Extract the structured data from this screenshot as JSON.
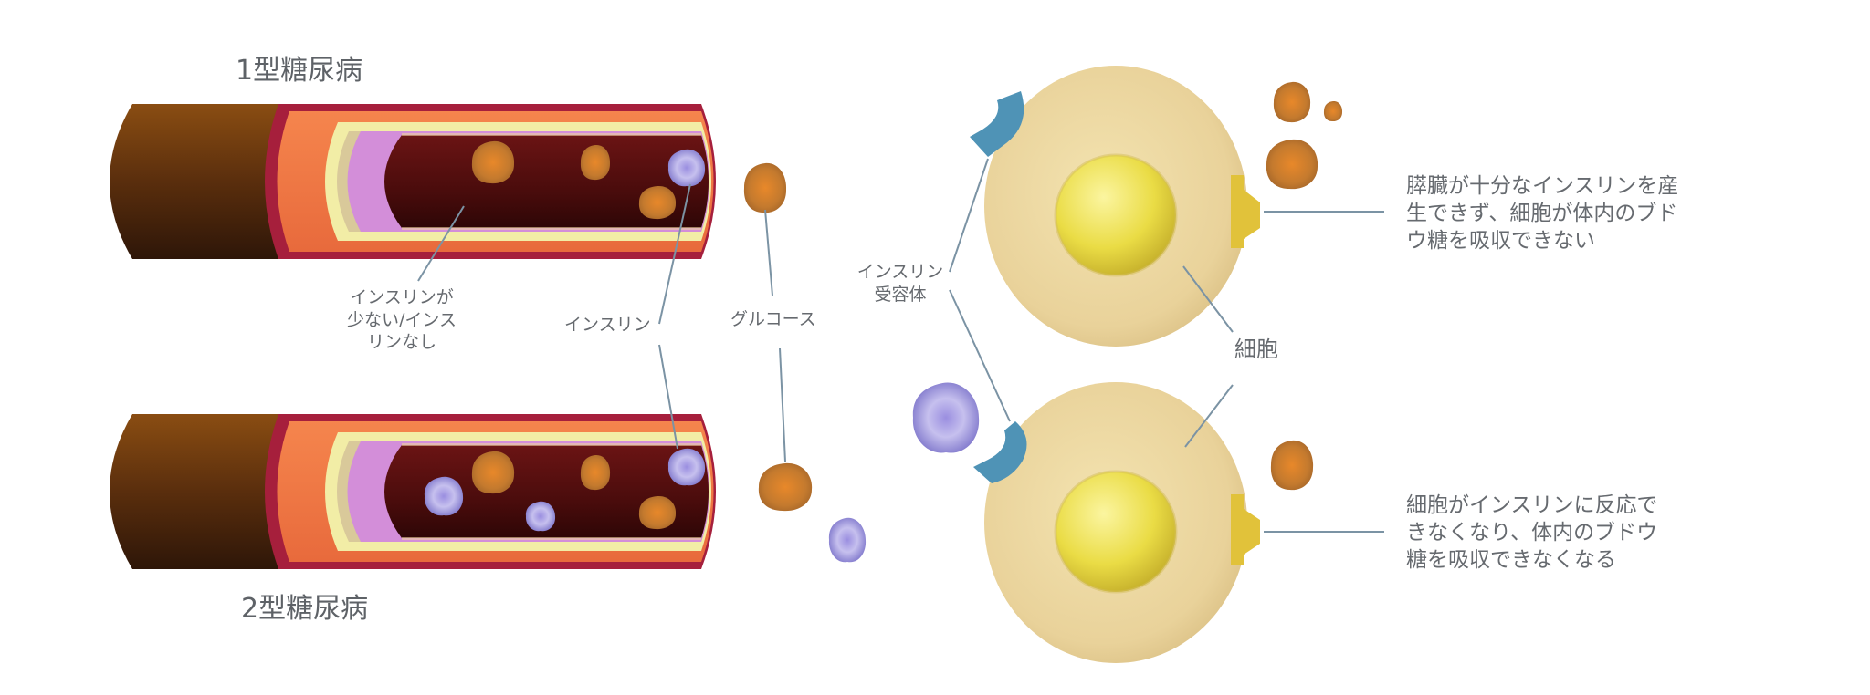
{
  "diagram": {
    "type1_title": "1型糖尿病",
    "type2_title": "2型糖尿病",
    "labels": {
      "low_insulin": [
        "インスリンが",
        "少ない/インス",
        "リンなし"
      ],
      "insulin": "インスリン",
      "glucose": "グルコース",
      "receptor": [
        "インスリン",
        "受容体"
      ],
      "cell": "細胞"
    },
    "captions": {
      "type1": [
        "膵臓が十分なインスリンを産",
        "生できず、細胞が体内のブド",
        "ウ糖を吸収できない"
      ],
      "type2": [
        "細胞がインスリンに反応で",
        "きなくなり、体内のブドウ",
        "糖を吸収できなくなる"
      ]
    }
  },
  "colors": {
    "vessel_outer": "#a01f3a",
    "vessel_orange": "#f47c48",
    "vessel_cream": "#f4f0a8",
    "vessel_pink": "#cf8ad6",
    "vessel_inner": "#5a1010",
    "vessel_end": "#7a4410",
    "glucose": "#c08030",
    "insulin": "#8f84d6",
    "cell": "#ecd9a0",
    "nucleus": "#e7d84a",
    "receptor": "#4e92b5",
    "channel": "#e4c439",
    "leader": "#7d95a6",
    "text": "#666a6f"
  }
}
